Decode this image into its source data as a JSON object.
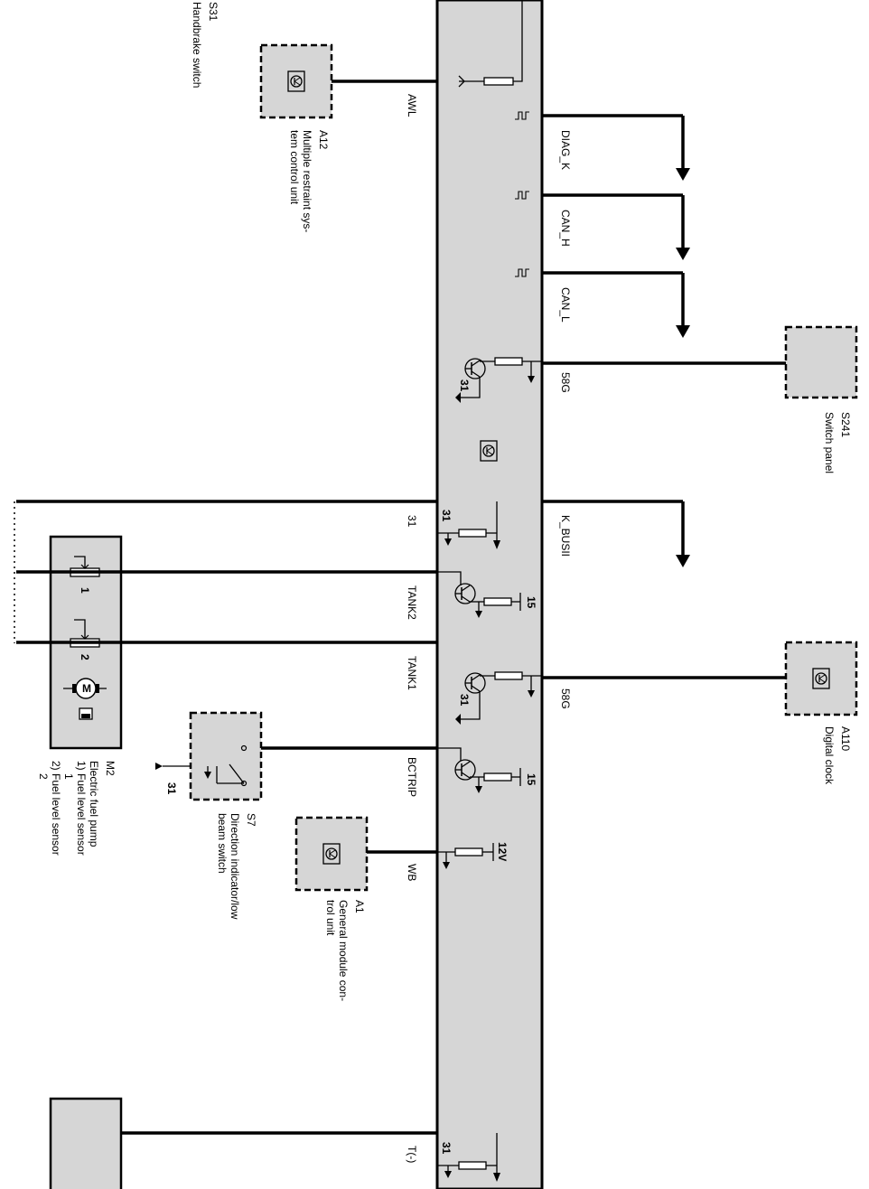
{
  "components": {
    "s31": {
      "id": "S31",
      "name": "Handbrake switch"
    },
    "a12": {
      "id": "A12",
      "name_lines": [
        "Multiple restraint sys-",
        "tem control unit"
      ]
    },
    "s241": {
      "id": "S241",
      "name": "Switch panel"
    },
    "a110": {
      "id": "A110",
      "name": "Digital clock"
    },
    "m2": {
      "id": "M2",
      "name_lines": [
        "Electric fuel pump",
        "1) Fuel level sensor",
        "1",
        "2) Fuel level sensor",
        "2"
      ],
      "sensor1": "1",
      "sensor2": "2",
      "motor": "M"
    },
    "s7": {
      "id": "S7",
      "name_lines": [
        "Direction indicator/low",
        "beam switch"
      ],
      "ground": "31"
    },
    "a1": {
      "id": "A1",
      "name_lines": [
        "General module con-",
        "trol unit"
      ]
    }
  },
  "signals": {
    "awl": "AWL",
    "diag_k": "DIAG_K",
    "can_h": "CAN_H",
    "can_l": "CAN_L",
    "g58_top": "58G",
    "k_busii": "K_BUSII",
    "g31": "31",
    "tank2": "TANK2",
    "tank1": "TANK1",
    "g58_bottom": "58G",
    "bctrip": "BCTRIP",
    "wb": "WB",
    "t_minus": "T(-)"
  },
  "internal": {
    "ground_31": "31",
    "supply_15": "15",
    "supply_12v": "12V"
  }
}
